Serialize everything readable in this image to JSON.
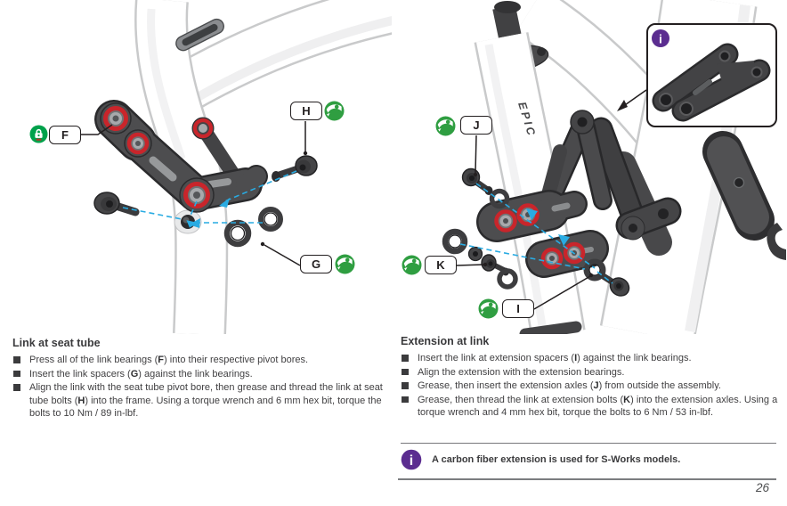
{
  "page": {
    "number": "26",
    "background": "#ffffff"
  },
  "sections": {
    "left": {
      "heading": "Link at seat tube",
      "bullets": [
        "Press all of the link bearings (F) into their respective pivot bores.",
        "Insert the link spacers (G) against the link bearings.",
        "Align the link with the seat tube pivot bore, then grease and thread the link at seat tube bolts (H) into the frame. Using a torque wrench and 6 mm hex bit, torque the bolts to 10 Nm / 89 in-lbf."
      ]
    },
    "right": {
      "heading": "Extension at link",
      "bullets": [
        "Insert the link at extension spacers (I) against the link bearings.",
        "Align the extension with the extension bearings.",
        "Grease, then insert the extension axles (J) from outside the assembly.",
        "Grease, then thread the link at extension bolts (K) into the extension axles. Using a torque wrench and 4 mm hex bit, torque the bolts to 6 Nm / 53 in-lbf."
      ]
    }
  },
  "note": {
    "icon": "info-icon",
    "glyph": "i",
    "text": "A carbon fiber extension is used for S-Works models."
  },
  "callouts": {
    "F": {
      "letter": "F",
      "icon": "threadlocker-icon"
    },
    "G": {
      "letter": "G",
      "icon": "grease-icon"
    },
    "H": {
      "letter": "H",
      "icon": "grease-icon"
    },
    "I": {
      "letter": "I",
      "icon": "grease-icon"
    },
    "J": {
      "letter": "J",
      "icon": "grease-icon"
    },
    "K": {
      "letter": "K",
      "icon": "grease-icon"
    }
  },
  "diagram_left": {
    "description": "Exploded view of link at seat tube with bearings (F), spacers (G) and bolts (H)"
  },
  "diagram_right": {
    "frame_text": "EPIC",
    "inset_icon": "info-icon",
    "inset_glyph": "i",
    "description": "Exploded view of extension at link with spacers (I), axles (J) and bolts (K)"
  },
  "colors": {
    "accent_purple": "#5b2d90",
    "grease_green": "#2f9e41",
    "threadlocker_green": "#00a14b",
    "axis_cyan": "#29abe2",
    "bearing_red": "#c9252b",
    "text_dark": "#414042"
  }
}
